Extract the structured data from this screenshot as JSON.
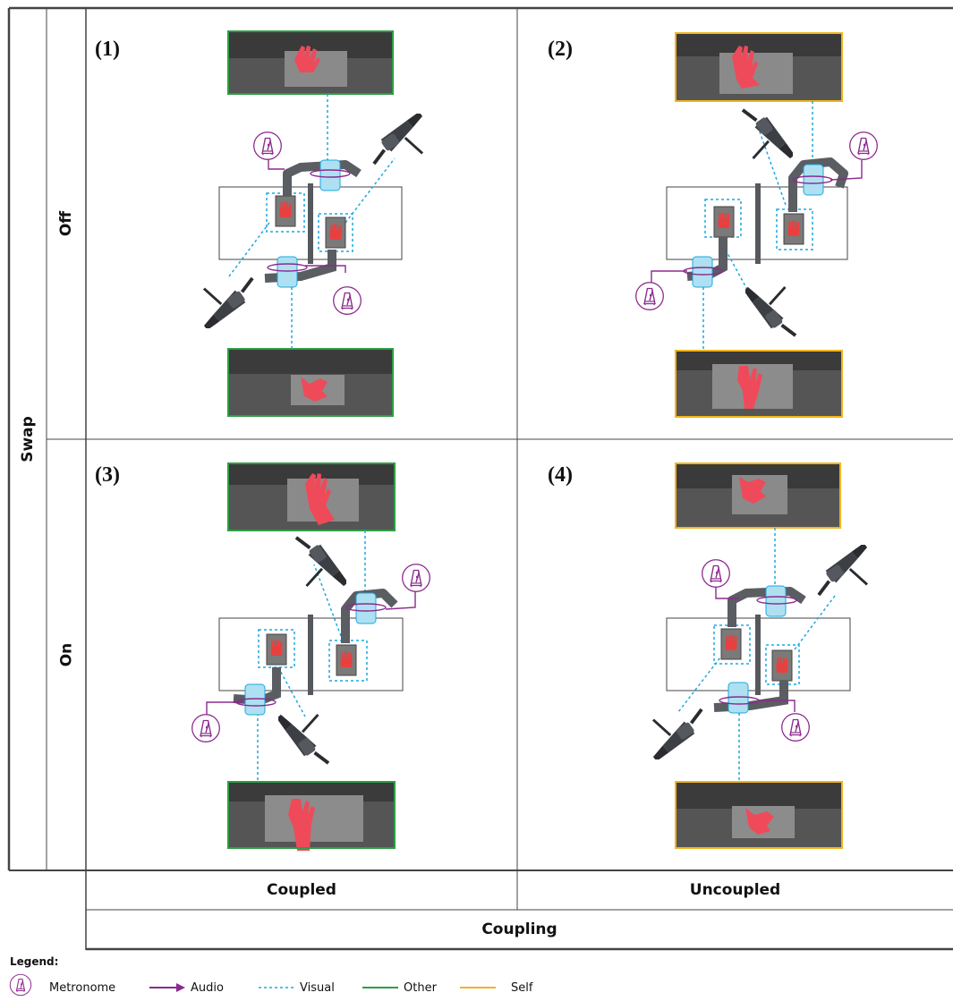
{
  "row_axis": {
    "title": "Swap",
    "levels": [
      "Off",
      "On"
    ]
  },
  "col_axis": {
    "title": "Coupling",
    "levels": [
      "Coupled",
      "Uncoupled"
    ]
  },
  "panels": [
    {
      "label": "(1)",
      "frame": "Other"
    },
    {
      "label": "(2)",
      "frame": "Self"
    },
    {
      "label": "(3)",
      "frame": "Other"
    },
    {
      "label": "(4)",
      "frame": "Self"
    }
  ],
  "legend": {
    "title": "Legend:",
    "items": [
      {
        "label": "Metronome",
        "icon": "metronome-icon"
      },
      {
        "label": "Audio",
        "icon": "arrow-icon",
        "color": "#8b2a8e"
      },
      {
        "label": "Visual",
        "icon": "dotted-line-icon",
        "color": "#1ba8e0"
      },
      {
        "label": "Other",
        "icon": "line-icon",
        "color": "#2e9e44"
      },
      {
        "label": "Self",
        "icon": "line-icon",
        "color": "#f1b51c"
      }
    ]
  },
  "colors": {
    "other": "#2e9e44",
    "self": "#f1b51c",
    "audio": "#8b2a8e",
    "visual": "#1ba8e0",
    "hand": "#e84040"
  }
}
